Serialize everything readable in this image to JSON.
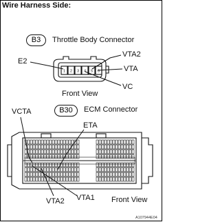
{
  "header": {
    "title": "Wire Harness Side:"
  },
  "throttle_connector": {
    "code": "B3",
    "title": "Throttle Body Connector",
    "pin_numbers": [
      "1",
      "2",
      "3",
      "4",
      "5",
      "6"
    ],
    "labels": {
      "e2": "E2",
      "vta2": "VTA2",
      "vta": "VTA",
      "vc": "VC"
    },
    "view_label": "Front View"
  },
  "ecm_connector": {
    "code": "B30",
    "title": "ECM Connector",
    "labels": {
      "vcta": "VCTA",
      "eta": "ETA",
      "vta2": "VTA2",
      "vta1": "VTA1"
    },
    "view_label": "Front View"
  },
  "figure_id": "A107944E04"
}
